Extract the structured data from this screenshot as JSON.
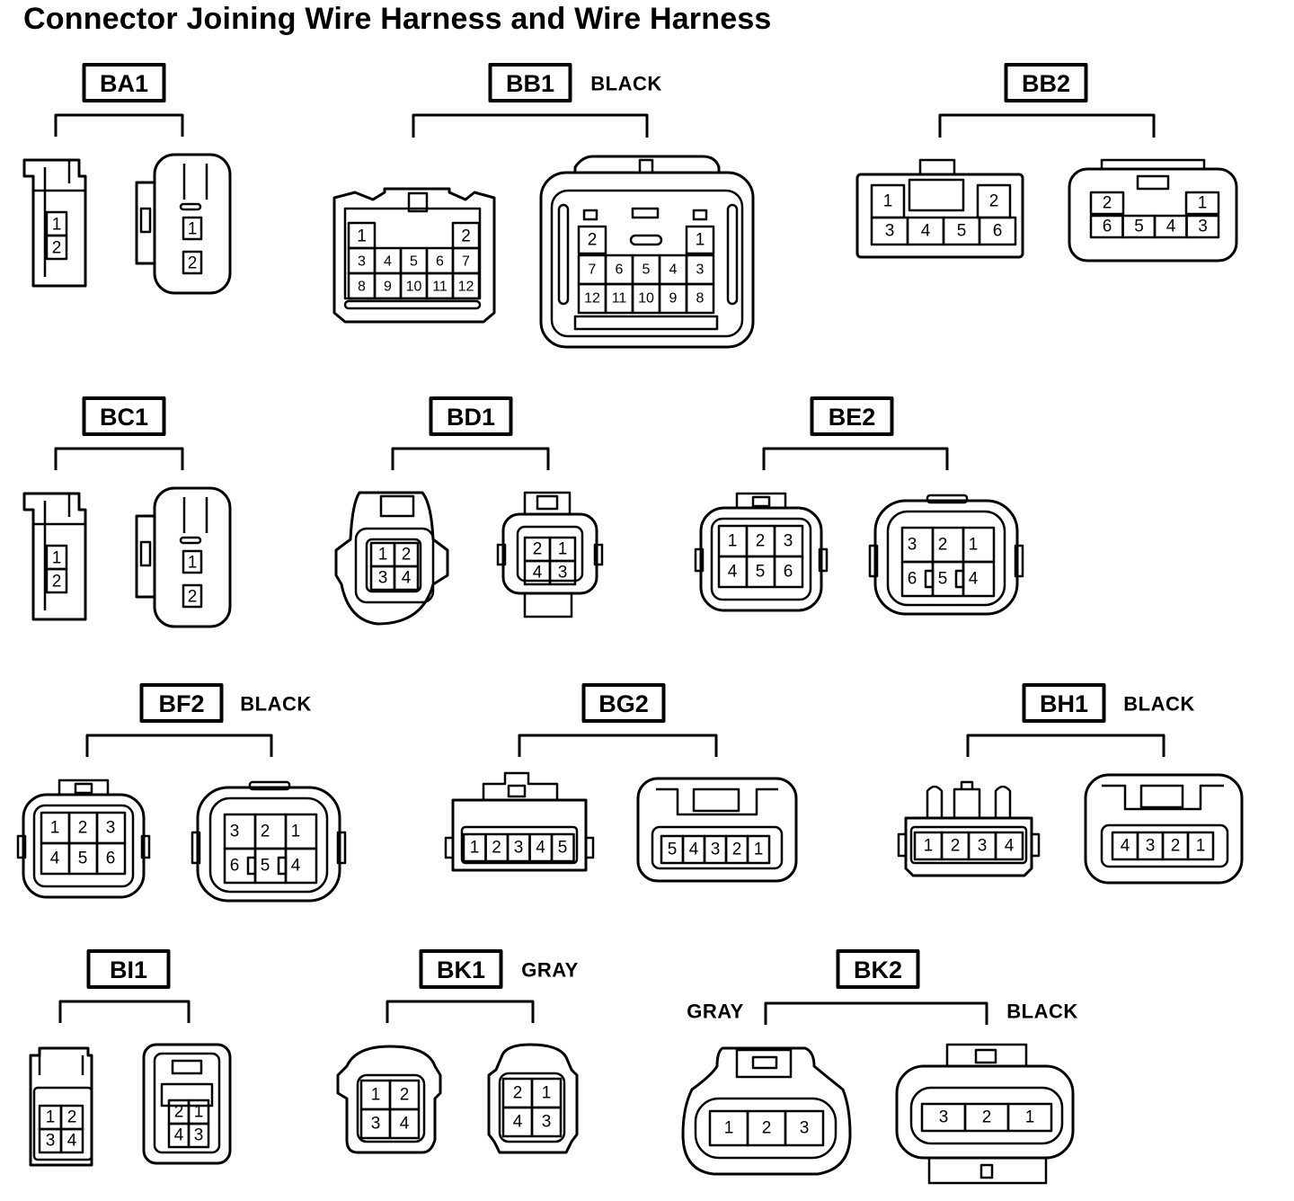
{
  "title": "Connector Joining Wire Harness and Wire Harness",
  "connectors": [
    {
      "id": "BA1",
      "color": "",
      "left_pins": [
        "1",
        "2"
      ],
      "right_pins": [
        "1",
        "2"
      ]
    },
    {
      "id": "BB1",
      "color": "BLACK",
      "left_pins": [
        "1",
        "2",
        "3",
        "4",
        "5",
        "6",
        "7",
        "8",
        "9",
        "10",
        "11",
        "12"
      ],
      "right_pins": [
        "2",
        "1",
        "7",
        "6",
        "5",
        "4",
        "3",
        "12",
        "11",
        "10",
        "9",
        "8"
      ]
    },
    {
      "id": "BB2",
      "color": "",
      "left_pins": [
        "1",
        "2",
        "3",
        "4",
        "5",
        "6"
      ],
      "right_pins": [
        "2",
        "1",
        "6",
        "5",
        "4",
        "3"
      ]
    },
    {
      "id": "BC1",
      "color": "",
      "left_pins": [
        "1",
        "2"
      ],
      "right_pins": [
        "1",
        "2"
      ]
    },
    {
      "id": "BD1",
      "color": "",
      "left_pins": [
        "1",
        "2",
        "3",
        "4"
      ],
      "right_pins": [
        "2",
        "1",
        "4",
        "3"
      ]
    },
    {
      "id": "BE2",
      "color": "",
      "left_pins": [
        "1",
        "2",
        "3",
        "4",
        "5",
        "6"
      ],
      "right_pins": [
        "3",
        "2",
        "1",
        "6",
        "5",
        "4"
      ]
    },
    {
      "id": "BF2",
      "color": "BLACK",
      "left_pins": [
        "1",
        "2",
        "3",
        "4",
        "5",
        "6"
      ],
      "right_pins": [
        "3",
        "2",
        "1",
        "6",
        "5",
        "4"
      ]
    },
    {
      "id": "BG2",
      "color": "",
      "left_pins": [
        "1",
        "2",
        "3",
        "4",
        "5"
      ],
      "right_pins": [
        "5",
        "4",
        "3",
        "2",
        "1"
      ]
    },
    {
      "id": "BH1",
      "color": "BLACK",
      "left_pins": [
        "1",
        "2",
        "3",
        "4"
      ],
      "right_pins": [
        "4",
        "3",
        "2",
        "1"
      ]
    },
    {
      "id": "BI1",
      "color": "",
      "left_pins": [
        "1",
        "2",
        "3",
        "4"
      ],
      "right_pins": [
        "2",
        "1",
        "4",
        "3"
      ]
    },
    {
      "id": "BK1",
      "color": "GRAY",
      "left_pins": [
        "1",
        "2",
        "3",
        "4"
      ],
      "right_pins": [
        "2",
        "1",
        "4",
        "3"
      ]
    },
    {
      "id": "BK2",
      "color": "",
      "left_color": "GRAY",
      "right_color": "BLACK",
      "left_pins": [
        "1",
        "2",
        "3"
      ],
      "right_pins": [
        "3",
        "2",
        "1"
      ]
    }
  ]
}
